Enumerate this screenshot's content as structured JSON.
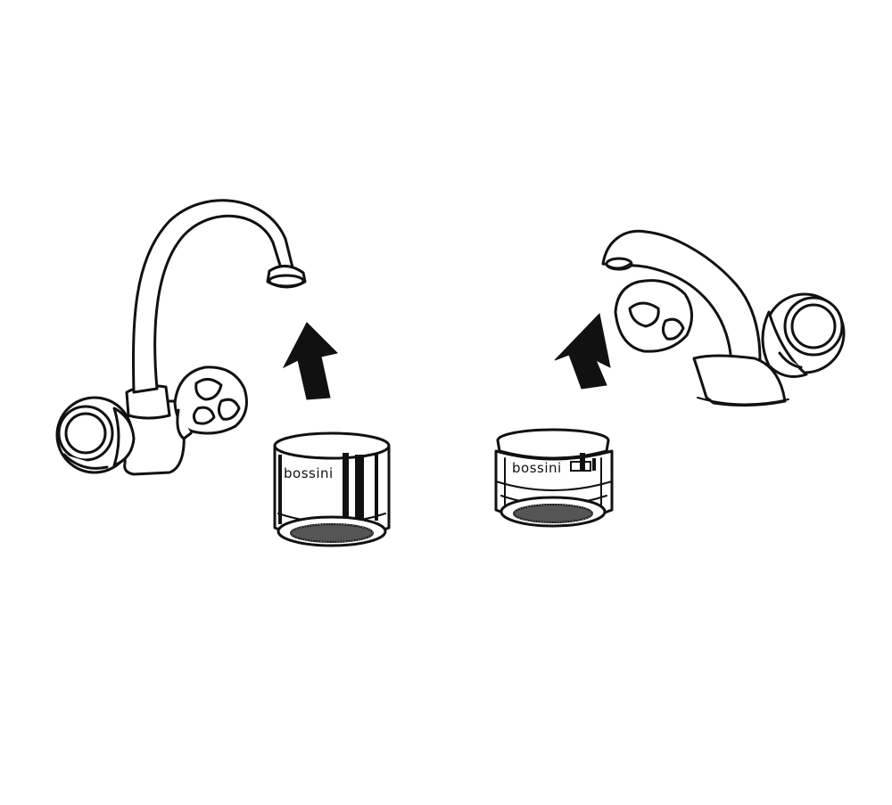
{
  "diagram": {
    "aerators": [
      {
        "brand_label": "bossini",
        "style": "chrome-female-thread"
      },
      {
        "brand_label": "bossini",
        "style": "insert-male-thread"
      }
    ],
    "faucets": [
      {
        "style": "swan-neck-two-handle"
      },
      {
        "style": "short-spout-two-handle"
      }
    ],
    "arrows": [
      {
        "icon": "up-arrow-icon",
        "direction": "up-right"
      },
      {
        "icon": "up-arrow-icon",
        "direction": "up-right"
      }
    ]
  }
}
